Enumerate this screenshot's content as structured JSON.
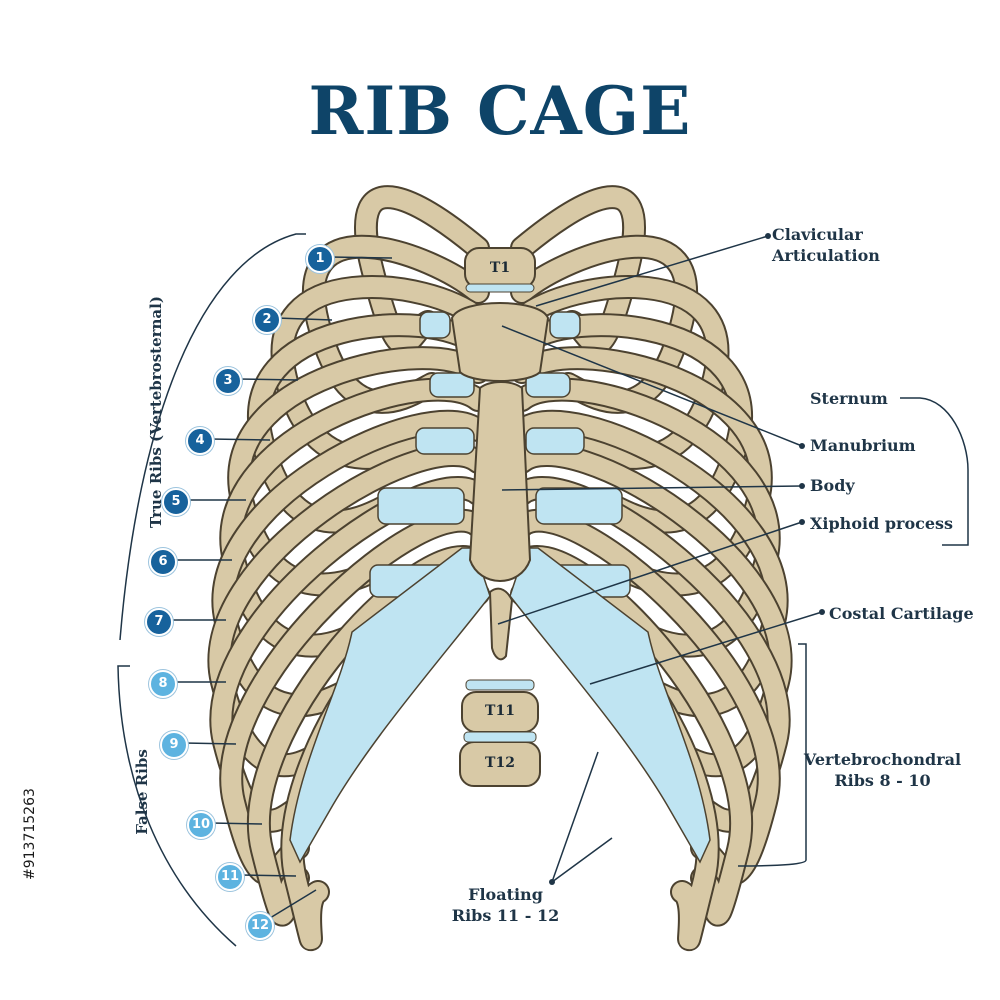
{
  "title": "RIB CAGE",
  "colors": {
    "title": "#0e4468",
    "bone": "#d8c9a6",
    "bone_outline": "#4c4230",
    "cartilage": "#bfe4f2",
    "true_rib_badge": "#17629c",
    "false_rib_badge": "#5db3e0",
    "leader_line": "#1f3547"
  },
  "vertebrae": [
    "T1",
    "T11",
    "T12"
  ],
  "ribs": {
    "true": [
      "1",
      "2",
      "3",
      "4",
      "5",
      "6",
      "7"
    ],
    "false": [
      "8",
      "9",
      "10",
      "11",
      "12"
    ]
  },
  "groups": {
    "true_ribs": "True Ribs (Vertebrosternal)",
    "false_ribs": "False Ribs"
  },
  "labels": {
    "clavicular": [
      "Clavicular",
      "Articulation"
    ],
    "sternum": "Sternum",
    "manubrium": "Manubrium",
    "body": "Body",
    "xiphoid": "Xiphoid process",
    "costal": "Costal Cartilage",
    "vertebrochondral": [
      "Vertebrochondral",
      "Ribs 8 - 10"
    ],
    "floating": [
      "Floating",
      "Ribs 11 - 12"
    ]
  },
  "credit": "#913715263"
}
